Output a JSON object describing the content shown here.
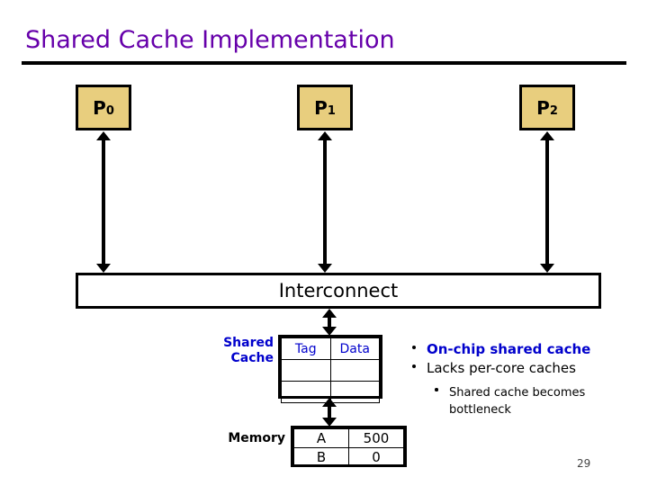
{
  "slide": {
    "title": "Shared Cache Implementation",
    "title_color": "#6600AA",
    "page_number": "29"
  },
  "diagram": {
    "processors": [
      {
        "label": "P",
        "index": "0",
        "name": "P0"
      },
      {
        "label": "P",
        "index": "1",
        "name": "P1"
      },
      {
        "label": "P",
        "index": "2",
        "name": "P2"
      }
    ],
    "processor_fill": "#E8CE7E",
    "interconnect": {
      "label": "Interconnect"
    },
    "cache": {
      "label_line1": "Shared",
      "label_line2": "Cache",
      "label_color": "#0000CC",
      "headers": [
        "Tag",
        "Data"
      ],
      "rows": [
        [
          "",
          ""
        ],
        [
          "",
          ""
        ]
      ]
    },
    "memory": {
      "label": "Memory",
      "rows": [
        [
          "A",
          "500"
        ],
        [
          "B",
          "0"
        ]
      ]
    }
  },
  "notes": {
    "bullets": [
      {
        "text": "On-chip shared cache",
        "style": "blue"
      },
      {
        "text": "Lacks per-core caches",
        "style": "black"
      }
    ],
    "sub_bullet": "Shared cache becomes bottleneck"
  }
}
